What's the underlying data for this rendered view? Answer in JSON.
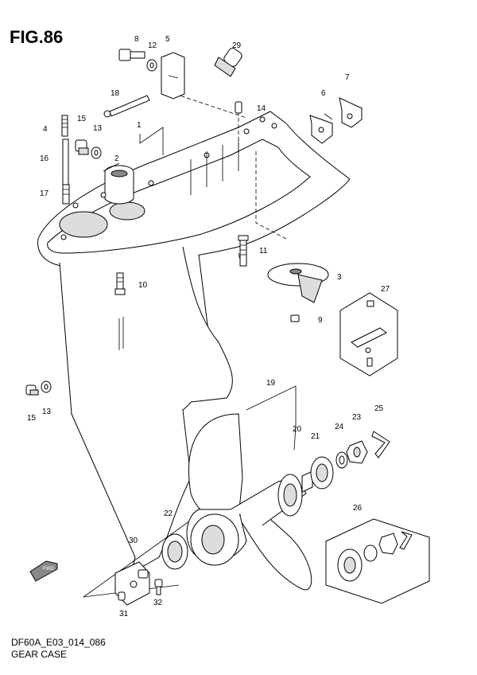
{
  "figure": {
    "title": "FIG.86"
  },
  "footer": {
    "code": "DF60A_E03_014_086",
    "caption": "GEAR CASE"
  },
  "direction_badge": {
    "text": "FWD"
  },
  "callouts": [
    {
      "id": "c8",
      "text": "8"
    },
    {
      "id": "c12",
      "text": "12"
    },
    {
      "id": "c5",
      "text": "5"
    },
    {
      "id": "c29",
      "text": "29"
    },
    {
      "id": "c7",
      "text": "7"
    },
    {
      "id": "c6",
      "text": "6"
    },
    {
      "id": "c18",
      "text": "18"
    },
    {
      "id": "c14",
      "text": "14"
    },
    {
      "id": "c4",
      "text": "4"
    },
    {
      "id": "c15a",
      "text": "15"
    },
    {
      "id": "c13a",
      "text": "13"
    },
    {
      "id": "c1",
      "text": "1"
    },
    {
      "id": "c2",
      "text": "2"
    },
    {
      "id": "c16",
      "text": "16"
    },
    {
      "id": "c17",
      "text": "17"
    },
    {
      "id": "c11",
      "text": "11"
    },
    {
      "id": "c3",
      "text": "3"
    },
    {
      "id": "c10",
      "text": "10"
    },
    {
      "id": "c27",
      "text": "27"
    },
    {
      "id": "c9",
      "text": "9"
    },
    {
      "id": "c15b",
      "text": "15"
    },
    {
      "id": "c13b",
      "text": "13"
    },
    {
      "id": "c19",
      "text": "19"
    },
    {
      "id": "c20",
      "text": "20"
    },
    {
      "id": "c25",
      "text": "25"
    },
    {
      "id": "c23",
      "text": "23"
    },
    {
      "id": "c24",
      "text": "24"
    },
    {
      "id": "c21",
      "text": "21"
    },
    {
      "id": "c26",
      "text": "26"
    },
    {
      "id": "c22",
      "text": "22"
    },
    {
      "id": "c30",
      "text": "30"
    },
    {
      "id": "c32",
      "text": "32"
    },
    {
      "id": "c31",
      "text": "31"
    }
  ]
}
